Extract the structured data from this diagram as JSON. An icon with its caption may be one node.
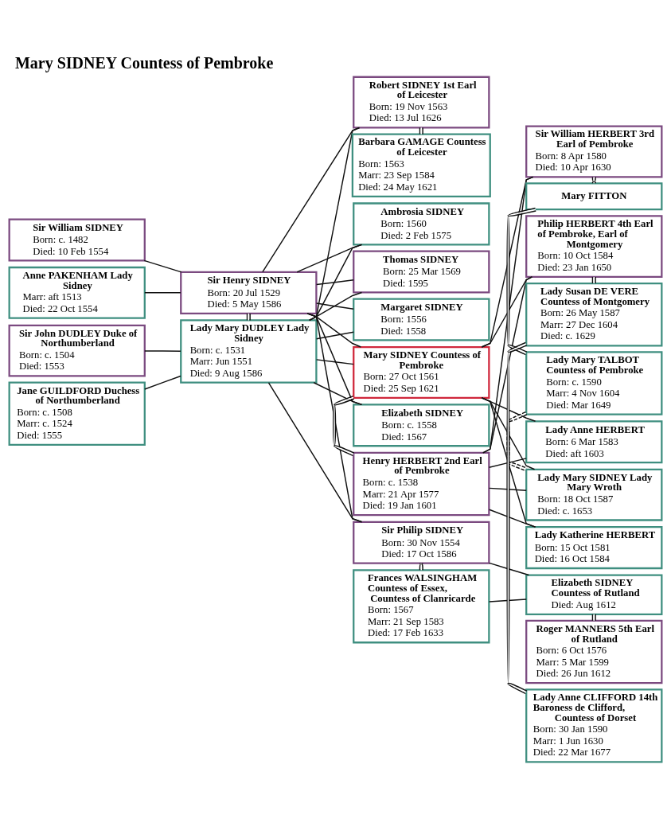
{
  "diagram": {
    "title": "Mary SIDNEY Countess of Pembroke",
    "nodes": [
      {
        "text": [
          "Sir William SIDNEY",
          "Born: c. 1482",
          "Died: 10 Feb 1554"
        ]
      },
      {
        "text": [
          "Anne PAKENHAM Lady Sidney",
          "Marr: aft 1513",
          "Died: 22 Oct 1554"
        ]
      },
      {
        "text": [
          "Sir John DUDLEY Duke of Northumberland",
          "Born: c. 1504",
          "Died: 1553"
        ]
      },
      {
        "text": [
          "Jane GUILDFORD Duchess of Northumberland",
          "Born: c. 1508",
          "Marr: c. 1524",
          "Died: 1555"
        ]
      },
      {
        "text": [
          "Sir Henry SIDNEY",
          "Born: 20 Jul 1529",
          "Died: 5 May 1586"
        ]
      },
      {
        "text": [
          "Lady Mary DUDLEY Lady Sidney",
          "Born: c. 1531",
          "Marr: Jun 1551",
          "Died: 9 Aug 1586"
        ]
      },
      {
        "text": [
          "Sir Philip SIDNEY",
          "Born: 30 Nov 1554",
          "Died: 17 Oct 1586"
        ]
      },
      {
        "text": [
          "Frances WALSINGHAM Countess of Essex, Countess of Clanricarde",
          "Born: 1567",
          "Marr: 21 Sep 1583",
          "Died: 17 Feb 1633"
        ]
      },
      {
        "text": [
          "Margaret SIDNEY",
          "Born: 1556",
          "Died: 1558"
        ]
      },
      {
        "text": [
          "Elizabeth SIDNEY",
          "Born: c. 1558",
          "Died: 1567"
        ]
      },
      {
        "text": [
          "Ambrosia SIDNEY",
          "Born: 1560",
          "Died: 2 Feb 1575"
        ]
      },
      {
        "text": [
          "Mary SIDNEY Countess of Pembroke",
          "Born: 27 Oct 1561",
          "Died: 25 Sep 1621"
        ]
      },
      {
        "text": [
          "Henry HERBERT 2nd Earl of Pembroke",
          "Born: c. 1538",
          "Marr: 21 Apr 1577",
          "Died: 19 Jan 1601"
        ]
      },
      {
        "text": [
          "Robert SIDNEY 1st Earl of Leicester",
          "Born: 19 Nov 1563",
          "Died: 13 Jul 1626"
        ]
      },
      {
        "text": [
          "Barbara GAMAGE Countess of Leicester",
          "Born: 1563",
          "Marr: 23 Sep 1584",
          "Died: 24 May 1621"
        ]
      },
      {
        "text": [
          "Thomas SIDNEY",
          "Born: 25 Mar 1569",
          "Died: 1595"
        ]
      },
      {
        "text": [
          "Elizabeth SIDNEY Countess of Rutland",
          "Died: Aug 1612"
        ]
      },
      {
        "text": [
          "Roger MANNERS 5th Earl of Rutland",
          "Born: 6 Oct 1576",
          "Marr: 5 Mar 1599",
          "Died: 26 Jun 1612"
        ]
      },
      {
        "text": [
          "Sir William HERBERT 3rd Earl of Pembroke",
          "Born: 8 Apr 1580",
          "Died: 10 Apr 1630"
        ]
      },
      {
        "text": [
          "Mary FITTON"
        ]
      },
      {
        "text": [
          "Lady Mary TALBOT Countess of Pembroke",
          "Born: c. 1590",
          "Marr: 4 Nov 1604",
          "Died: Mar 1649"
        ]
      },
      {
        "text": [
          "Lady Mary SIDNEY Lady Mary Wroth",
          "Born: 18 Oct 1587",
          "Died: c. 1653"
        ]
      },
      {
        "text": [
          "Lady Katherine HERBERT",
          "Born: 15 Oct 1581",
          "Died: 16 Oct 1584"
        ]
      },
      {
        "text": [
          "Lady Anne HERBERT",
          "Born: 6 Mar 1583",
          "Died: aft 1603"
        ]
      },
      {
        "text": [
          "Philip HERBERT 4th Earl of Pembroke, Earl of Montgomery",
          "Born: 10 Oct 1584",
          "Died: 23 Jan 1650"
        ]
      },
      {
        "text": [
          "Lady Susan DE VERE Countess of Montgomery",
          "Born: 26 May 1587",
          "Marr: 27 Dec 1604",
          "Died: c. 1629"
        ]
      },
      {
        "text": [
          "Lady Anne CLIFFORD 14th Baroness de Clifford, Countess of Dorset",
          "Born: 30 Jan 1590",
          "Marr: 1 Jun 1630",
          "Died: 22 Mar 1677"
        ]
      }
    ],
    "edges": [
      {
        "from": 0,
        "to": 4,
        "arrow": "none"
      },
      {
        "from": 1,
        "to": 4,
        "arrow": "none"
      },
      {
        "from": 2,
        "to": 5,
        "arrow": "none"
      },
      {
        "from": 3,
        "to": 5,
        "arrow": "none"
      },
      {
        "from": 4,
        "to": 5,
        "arrow": "none"
      },
      {
        "from": 4,
        "to": 6,
        "arrow": "none"
      },
      {
        "from": 5,
        "to": 6,
        "arrow": "none"
      },
      {
        "from": 4,
        "to": 8,
        "arrow": "none"
      },
      {
        "from": 5,
        "to": 8,
        "arrow": "none"
      },
      {
        "from": 4,
        "to": 9,
        "arrow": "none"
      },
      {
        "from": 5,
        "to": 9,
        "arrow": "none"
      },
      {
        "from": 4,
        "to": 10,
        "arrow": "none"
      },
      {
        "from": 5,
        "to": 10,
        "arrow": "none"
      },
      {
        "from": 4,
        "to": 11,
        "arrow": "none"
      },
      {
        "from": 5,
        "to": 11,
        "arrow": "none"
      },
      {
        "from": 4,
        "to": 13,
        "arrow": "none"
      },
      {
        "from": 5,
        "to": 13,
        "arrow": "none"
      },
      {
        "from": 4,
        "to": 15,
        "arrow": "none"
      },
      {
        "from": 5,
        "to": 15,
        "arrow": "none"
      },
      {
        "from": 6,
        "to": 7,
        "arrow": "none"
      },
      {
        "from": 6,
        "to": 16,
        "arrow": "none"
      },
      {
        "from": 7,
        "to": 16,
        "arrow": "none"
      },
      {
        "from": 16,
        "to": 17,
        "arrow": "none"
      },
      {
        "from": 11,
        "to": 12,
        "arrow": "none"
      },
      {
        "from": 13,
        "to": 14,
        "arrow": "none"
      },
      {
        "from": 11,
        "to": 18,
        "arrow": "none"
      },
      {
        "from": 12,
        "to": 18,
        "arrow": "none"
      },
      {
        "from": 11,
        "to": 21,
        "arrow": "none"
      },
      {
        "from": 12,
        "to": 21,
        "arrow": "none"
      },
      {
        "from": 11,
        "to": 22,
        "arrow": "none"
      },
      {
        "from": 12,
        "to": 22,
        "arrow": "none"
      },
      {
        "from": 11,
        "to": 23,
        "arrow": "none"
      },
      {
        "from": 12,
        "to": 23,
        "arrow": "none"
      },
      {
        "from": 11,
        "to": 24,
        "arrow": "none"
      },
      {
        "from": 12,
        "to": 24,
        "arrow": "none"
      },
      {
        "from": 18,
        "to": 19,
        "arrow": "none",
        "style": "dashed"
      },
      {
        "from": 19,
        "to": 20,
        "arrow": "none"
      },
      {
        "from": 20,
        "to": 21,
        "arrow": "none",
        "style": "dashed"
      },
      {
        "from": 24,
        "to": 25,
        "arrow": "none"
      },
      {
        "from": 25,
        "to": 26,
        "arrow": "none"
      }
    ]
  }
}
